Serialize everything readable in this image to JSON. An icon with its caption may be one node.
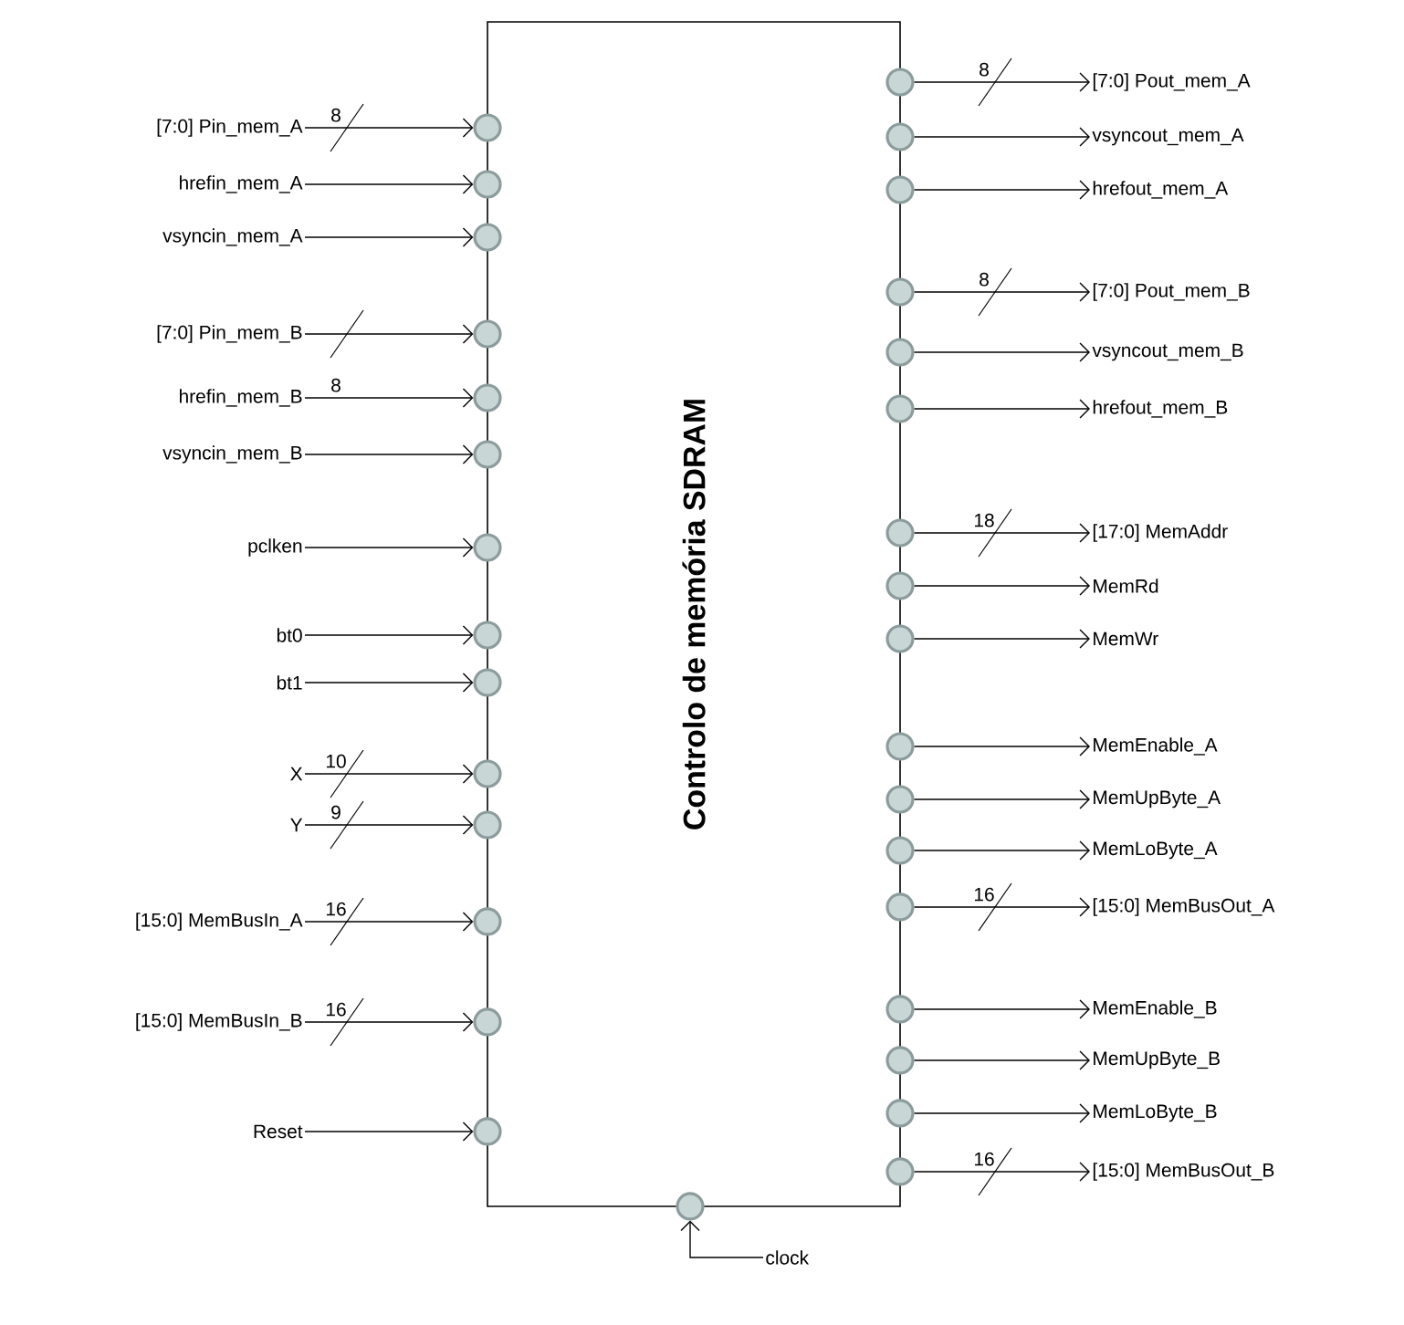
{
  "diagram": {
    "nodes": [
      {
        "text": [
          "Controlo de memória SDRAM"
        ]
      },
      {
        "text": [
          "[7:0] Pin_mem_A"
        ]
      },
      {
        "text": [
          "hrefin_mem_A"
        ]
      },
      {
        "text": [
          "vsyncin_mem_A"
        ]
      },
      {
        "text": [
          "[7:0] Pin_mem_B"
        ]
      },
      {
        "text": [
          "hrefin_mem_B"
        ]
      },
      {
        "text": [
          "vsyncin_mem_B"
        ]
      },
      {
        "text": [
          "pclken"
        ]
      },
      {
        "text": [
          "bt0"
        ]
      },
      {
        "text": [
          "bt1"
        ]
      },
      {
        "text": [
          "X"
        ]
      },
      {
        "text": [
          "Y"
        ]
      },
      {
        "text": [
          "[15:0] MemBusIn_A"
        ]
      },
      {
        "text": [
          "[15:0] MemBusIn_B"
        ]
      },
      {
        "text": [
          "Reset"
        ]
      },
      {
        "text": [],
        "shape": "circle"
      },
      {
        "text": [],
        "shape": "circle"
      },
      {
        "text": [],
        "shape": "circle"
      },
      {
        "text": [],
        "shape": "circle"
      },
      {
        "text": [],
        "shape": "circle"
      },
      {
        "text": [],
        "shape": "circle"
      },
      {
        "text": [],
        "shape": "circle"
      },
      {
        "text": [],
        "shape": "circle"
      },
      {
        "text": [],
        "shape": "circle"
      },
      {
        "text": [],
        "shape": "circle"
      },
      {
        "text": [],
        "shape": "circle"
      },
      {
        "text": [],
        "shape": "circle"
      },
      {
        "text": [],
        "shape": "circle"
      },
      {
        "text": [],
        "shape": "circle"
      },
      {
        "text": [],
        "shape": "circle"
      },
      {
        "text": [],
        "shape": "circle"
      },
      {
        "text": [],
        "shape": "circle"
      },
      {
        "text": [],
        "shape": "circle"
      },
      {
        "text": [],
        "shape": "circle"
      },
      {
        "text": [],
        "shape": "circle"
      },
      {
        "text": [],
        "shape": "circle"
      },
      {
        "text": [],
        "shape": "circle"
      },
      {
        "text": [],
        "shape": "circle"
      },
      {
        "text": [],
        "shape": "circle"
      },
      {
        "text": [],
        "shape": "circle"
      },
      {
        "text": [],
        "shape": "circle"
      },
      {
        "text": [],
        "shape": "circle"
      },
      {
        "text": [],
        "shape": "circle"
      },
      {
        "text": [],
        "shape": "circle"
      },
      {
        "text": [],
        "shape": "circle"
      },
      {
        "text": [],
        "shape": "circle"
      },
      {
        "text": [
          "[7:0] Pout_mem_A"
        ]
      },
      {
        "text": [
          "vsyncout_mem_A"
        ]
      },
      {
        "text": [
          "hrefout_mem_A"
        ]
      },
      {
        "text": [
          "[7:0] Pout_mem_B"
        ]
      },
      {
        "text": [
          "vsyncout_mem_B"
        ]
      },
      {
        "text": [
          "hrefout_mem_B"
        ]
      },
      {
        "text": [
          "[17:0] MemAddr"
        ]
      },
      {
        "text": [
          "MemRd"
        ]
      },
      {
        "text": [
          "MemWr"
        ]
      },
      {
        "text": [
          "MemEnable_A"
        ]
      },
      {
        "text": [
          "MemUpByte_A"
        ]
      },
      {
        "text": [
          "MemLoByte_A"
        ]
      },
      {
        "text": [
          "[15:0] MemBusOut_A"
        ]
      },
      {
        "text": [
          "MemEnable_B"
        ]
      },
      {
        "text": [
          "MemUpByte_B"
        ]
      },
      {
        "text": [
          "MemLoByte_B"
        ]
      },
      {
        "text": [
          "[15:0] MemBusOut_B"
        ]
      },
      {
        "text": [],
        "shape": "circle"
      },
      {
        "text": [
          "clock"
        ]
      }
    ],
    "edges": [
      {
        "from": 1,
        "to": 15,
        "arrow": "to",
        "label": "8"
      },
      {
        "from": 2,
        "to": 16,
        "arrow": "to"
      },
      {
        "from": 3,
        "to": 17,
        "arrow": "to"
      },
      {
        "from": 4,
        "to": 18,
        "arrow": "to"
      },
      {
        "from": 5,
        "to": 19,
        "arrow": "to",
        "label": "8"
      },
      {
        "from": 6,
        "to": 20,
        "arrow": "to"
      },
      {
        "from": 7,
        "to": 21,
        "arrow": "to"
      },
      {
        "from": 8,
        "to": 22,
        "arrow": "to"
      },
      {
        "from": 9,
        "to": 23,
        "arrow": "to"
      },
      {
        "from": 10,
        "to": 24,
        "arrow": "to",
        "label": "10"
      },
      {
        "from": 11,
        "to": 25,
        "arrow": "to",
        "label": "9"
      },
      {
        "from": 12,
        "to": 26,
        "arrow": "to",
        "label": "16"
      },
      {
        "from": 13,
        "to": 27,
        "arrow": "to",
        "label": "16"
      },
      {
        "from": 14,
        "to": 28,
        "arrow": "to"
      },
      {
        "from": 29,
        "to": 46,
        "arrow": "to",
        "label": "8"
      },
      {
        "from": 30,
        "to": 47,
        "arrow": "to"
      },
      {
        "from": 31,
        "to": 48,
        "arrow": "to"
      },
      {
        "from": 32,
        "to": 49,
        "arrow": "to",
        "label": "8"
      },
      {
        "from": 33,
        "to": 50,
        "arrow": "to"
      },
      {
        "from": 34,
        "to": 51,
        "arrow": "to"
      },
      {
        "from": 35,
        "to": 52,
        "arrow": "to",
        "label": "18"
      },
      {
        "from": 36,
        "to": 53,
        "arrow": "to"
      },
      {
        "from": 37,
        "to": 54,
        "arrow": "to"
      },
      {
        "from": 38,
        "to": 55,
        "arrow": "to"
      },
      {
        "from": 39,
        "to": 56,
        "arrow": "to"
      },
      {
        "from": 40,
        "to": 57,
        "arrow": "to"
      },
      {
        "from": 41,
        "to": 58,
        "arrow": "to",
        "label": "16"
      },
      {
        "from": 42,
        "to": 59,
        "arrow": "to"
      },
      {
        "from": 43,
        "to": 60,
        "arrow": "to"
      },
      {
        "from": 44,
        "to": 61,
        "arrow": "to"
      },
      {
        "from": 45,
        "to": 62,
        "arrow": "to",
        "label": "16"
      },
      {
        "from": 64,
        "to": 63,
        "arrow": "to"
      }
    ]
  }
}
